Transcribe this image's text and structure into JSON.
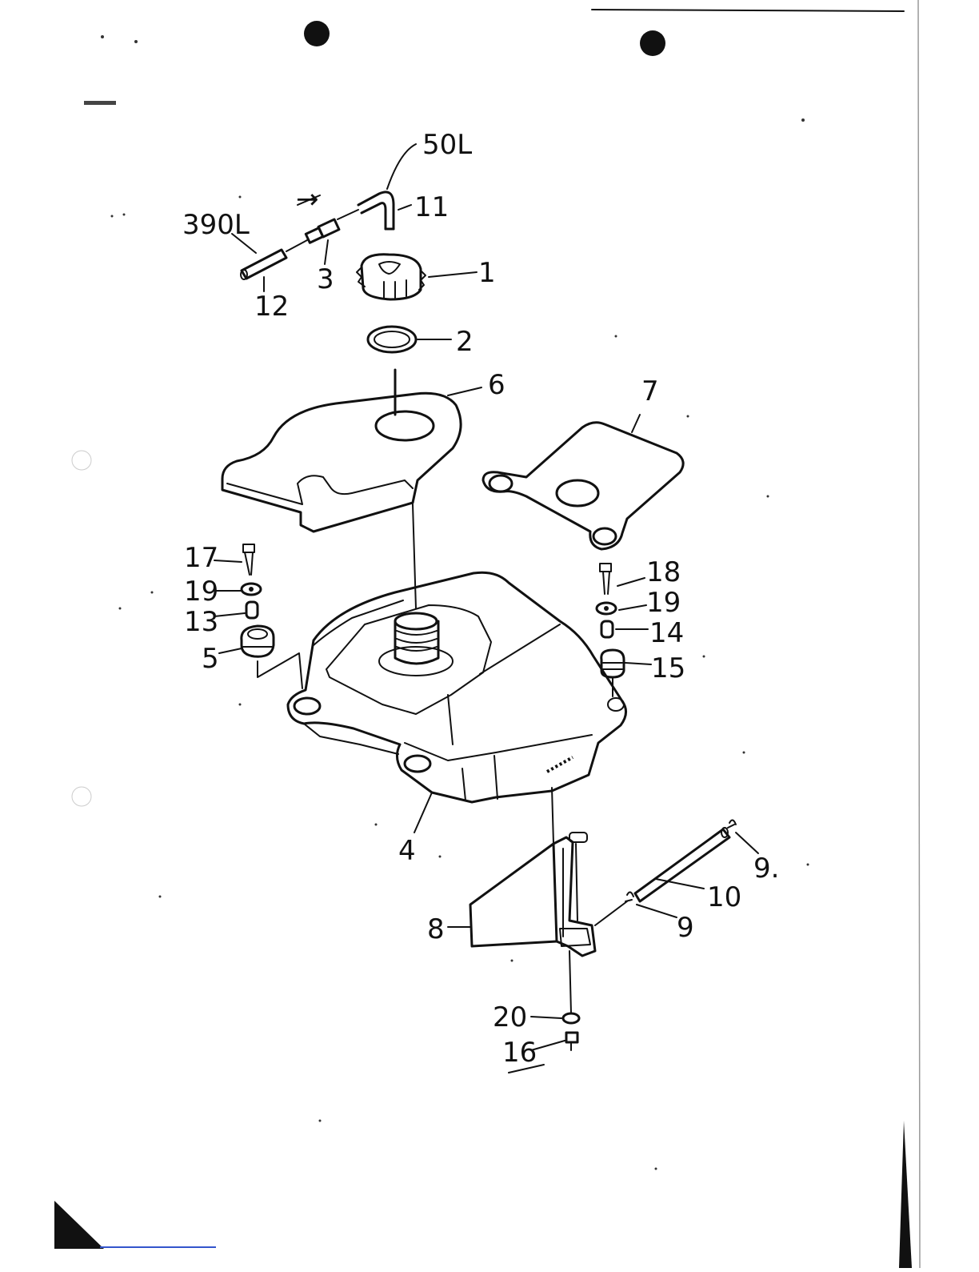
{
  "diagram": {
    "callouts": {
      "part_1": "1",
      "part_2": "2",
      "part_3": "3",
      "part_4": "4",
      "part_5": "5",
      "part_6": "6",
      "part_7": "7",
      "part_8": "8",
      "part_9a": "9.",
      "part_9b": "9",
      "part_10": "10",
      "part_11": "11",
      "part_12": "12",
      "part_13": "13",
      "part_14": "14",
      "part_15": "15",
      "part_16": "16",
      "part_17": "17",
      "part_18": "18",
      "part_19a": "19",
      "part_19b": "19",
      "part_20": "20"
    },
    "hose_lengths": {
      "hose_50": "50L",
      "hose_390": "390L"
    },
    "flow_arrow": "→"
  }
}
